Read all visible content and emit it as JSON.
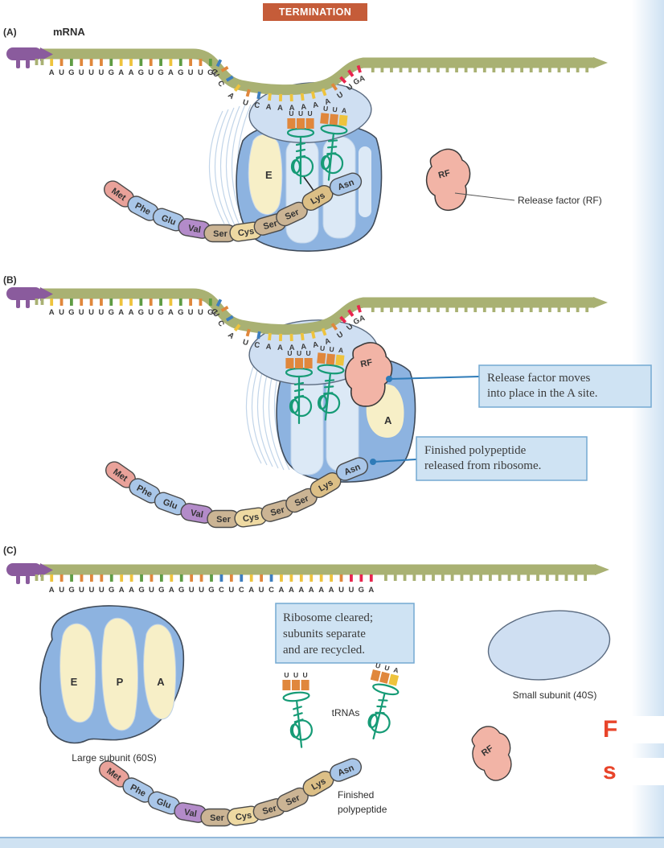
{
  "header": {
    "title": "TERMINATION"
  },
  "panels": {
    "a": {
      "label": "(A)",
      "mrna_label": "mRNA",
      "seq_straight": "AUGUUUGAAGUGAGUUG",
      "seq_curve": "CUCAUCAAAAAAUUGA",
      "anticodon_p": "UUU",
      "anticodon_a": "UUA",
      "e_site": "E",
      "rf": "RF",
      "rf_label": "Release factor (RF)",
      "chain": [
        "Met",
        "Phe",
        "Glu",
        "Val",
        "Ser",
        "Cys",
        "Ser",
        "Ser",
        "Lys",
        "Asn"
      ]
    },
    "b": {
      "label": "(B)",
      "seq_straight": "AUGUUUGAAGUGAGUUG",
      "seq_curve": "CUCAUCAAAAAAUUGA",
      "anticodon_p": "UUU",
      "anticodon_a": "UUA",
      "a_site": "A",
      "rf": "RF",
      "callout_rf": [
        "Release factor moves",
        "into place in the A site."
      ],
      "callout_poly": [
        "Finished polypeptide",
        "released from ribosome."
      ],
      "chain": [
        "Met",
        "Phe",
        "Glu",
        "Val",
        "Ser",
        "Cys",
        "Ser",
        "Ser",
        "Lys",
        "Asn"
      ]
    },
    "c": {
      "label": "(C)",
      "sequence": "AUGUUUGAAGUGAGUUGCUCAUCAAAAAAUUGA",
      "callout": [
        "Ribosome cleared;",
        "subunits separate",
        "and are recycled."
      ],
      "anticodon_left": "UUU",
      "anticodon_right": "UUA",
      "trnas_label": "tRNAs",
      "sites": [
        "E",
        "P",
        "A"
      ],
      "large_label": "Large subunit (60S)",
      "small_label": "Small subunit (40S)",
      "rf": "RF",
      "finished_label": [
        "Finished",
        "polypeptide"
      ],
      "chain": [
        "Met",
        "Phe",
        "Glu",
        "Val",
        "Ser",
        "Cys",
        "Ser",
        "Ser",
        "Lys",
        "Asn"
      ]
    }
  },
  "clipped_text": [
    "F",
    "s"
  ],
  "colors": {
    "bases": {
      "A": "#eec33d",
      "U": "#e0873c",
      "G": "#5f9c44",
      "C": "#3d7ec0",
      "stop": "#e8254e",
      "backbone": "#a9b173"
    },
    "amino": {
      "Met": "#e9a29a",
      "Phe": "#a9c6e8",
      "Glu": "#a9c6e8",
      "Val": "#b38bc9",
      "Ser": "#cbb494",
      "Cys": "#eed9a2",
      "Lys": "#dcbf86",
      "Asn": "#a9c6e8"
    },
    "accents": {
      "header": "#c55c39",
      "mrna": "#a9b173",
      "cap": "#8a5b9d",
      "trna": "#169b76",
      "rf": "#f2b4a6",
      "callout_fill": "#cfe3f3",
      "callout_border": "#74a9d2",
      "ribosome_outer": "#8db3e0",
      "ribosome_inner": "#dce9f6",
      "site_cream": "#f7efc7",
      "small_subunit": "#cfdff2",
      "connector": "#2e7bb8",
      "clipped_red": "#e8442a"
    }
  }
}
